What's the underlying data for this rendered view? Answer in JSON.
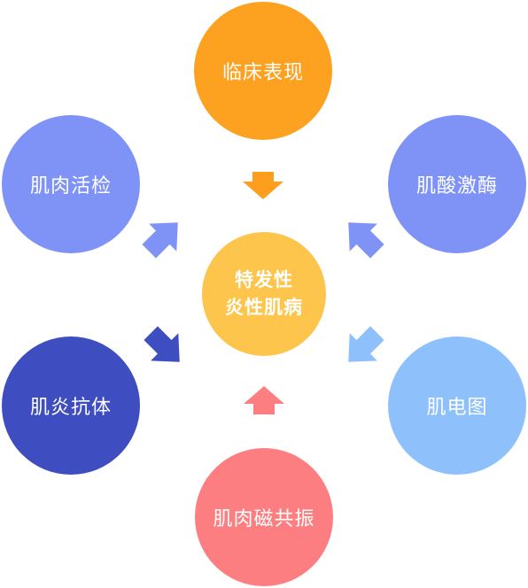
{
  "center": {
    "line1": "特发性",
    "line2": "炎性肌病",
    "color": "#fdc54b"
  },
  "nodes": {
    "top": {
      "label": "临床表现",
      "color": "#fda121"
    },
    "tl": {
      "label": "肌肉活检",
      "color": "#7f93f7"
    },
    "tr": {
      "label": "肌酸激酶",
      "color": "#7f93f7"
    },
    "bl": {
      "label": "肌炎抗体",
      "color": "#3e4dbf"
    },
    "br": {
      "label": "肌电图",
      "color": "#8ec1fb"
    },
    "bottom": {
      "label": "肌肉磁共振",
      "color": "#fd7e80"
    }
  },
  "arrows": {
    "top": {
      "color": "#fd9e1f"
    },
    "tl": {
      "color": "#7f93f7"
    },
    "tr": {
      "color": "#7f93f7"
    },
    "bl": {
      "color": "#3e4dbf"
    },
    "br": {
      "color": "#8ec1fb"
    },
    "bottom": {
      "color": "#fd7e80"
    }
  }
}
